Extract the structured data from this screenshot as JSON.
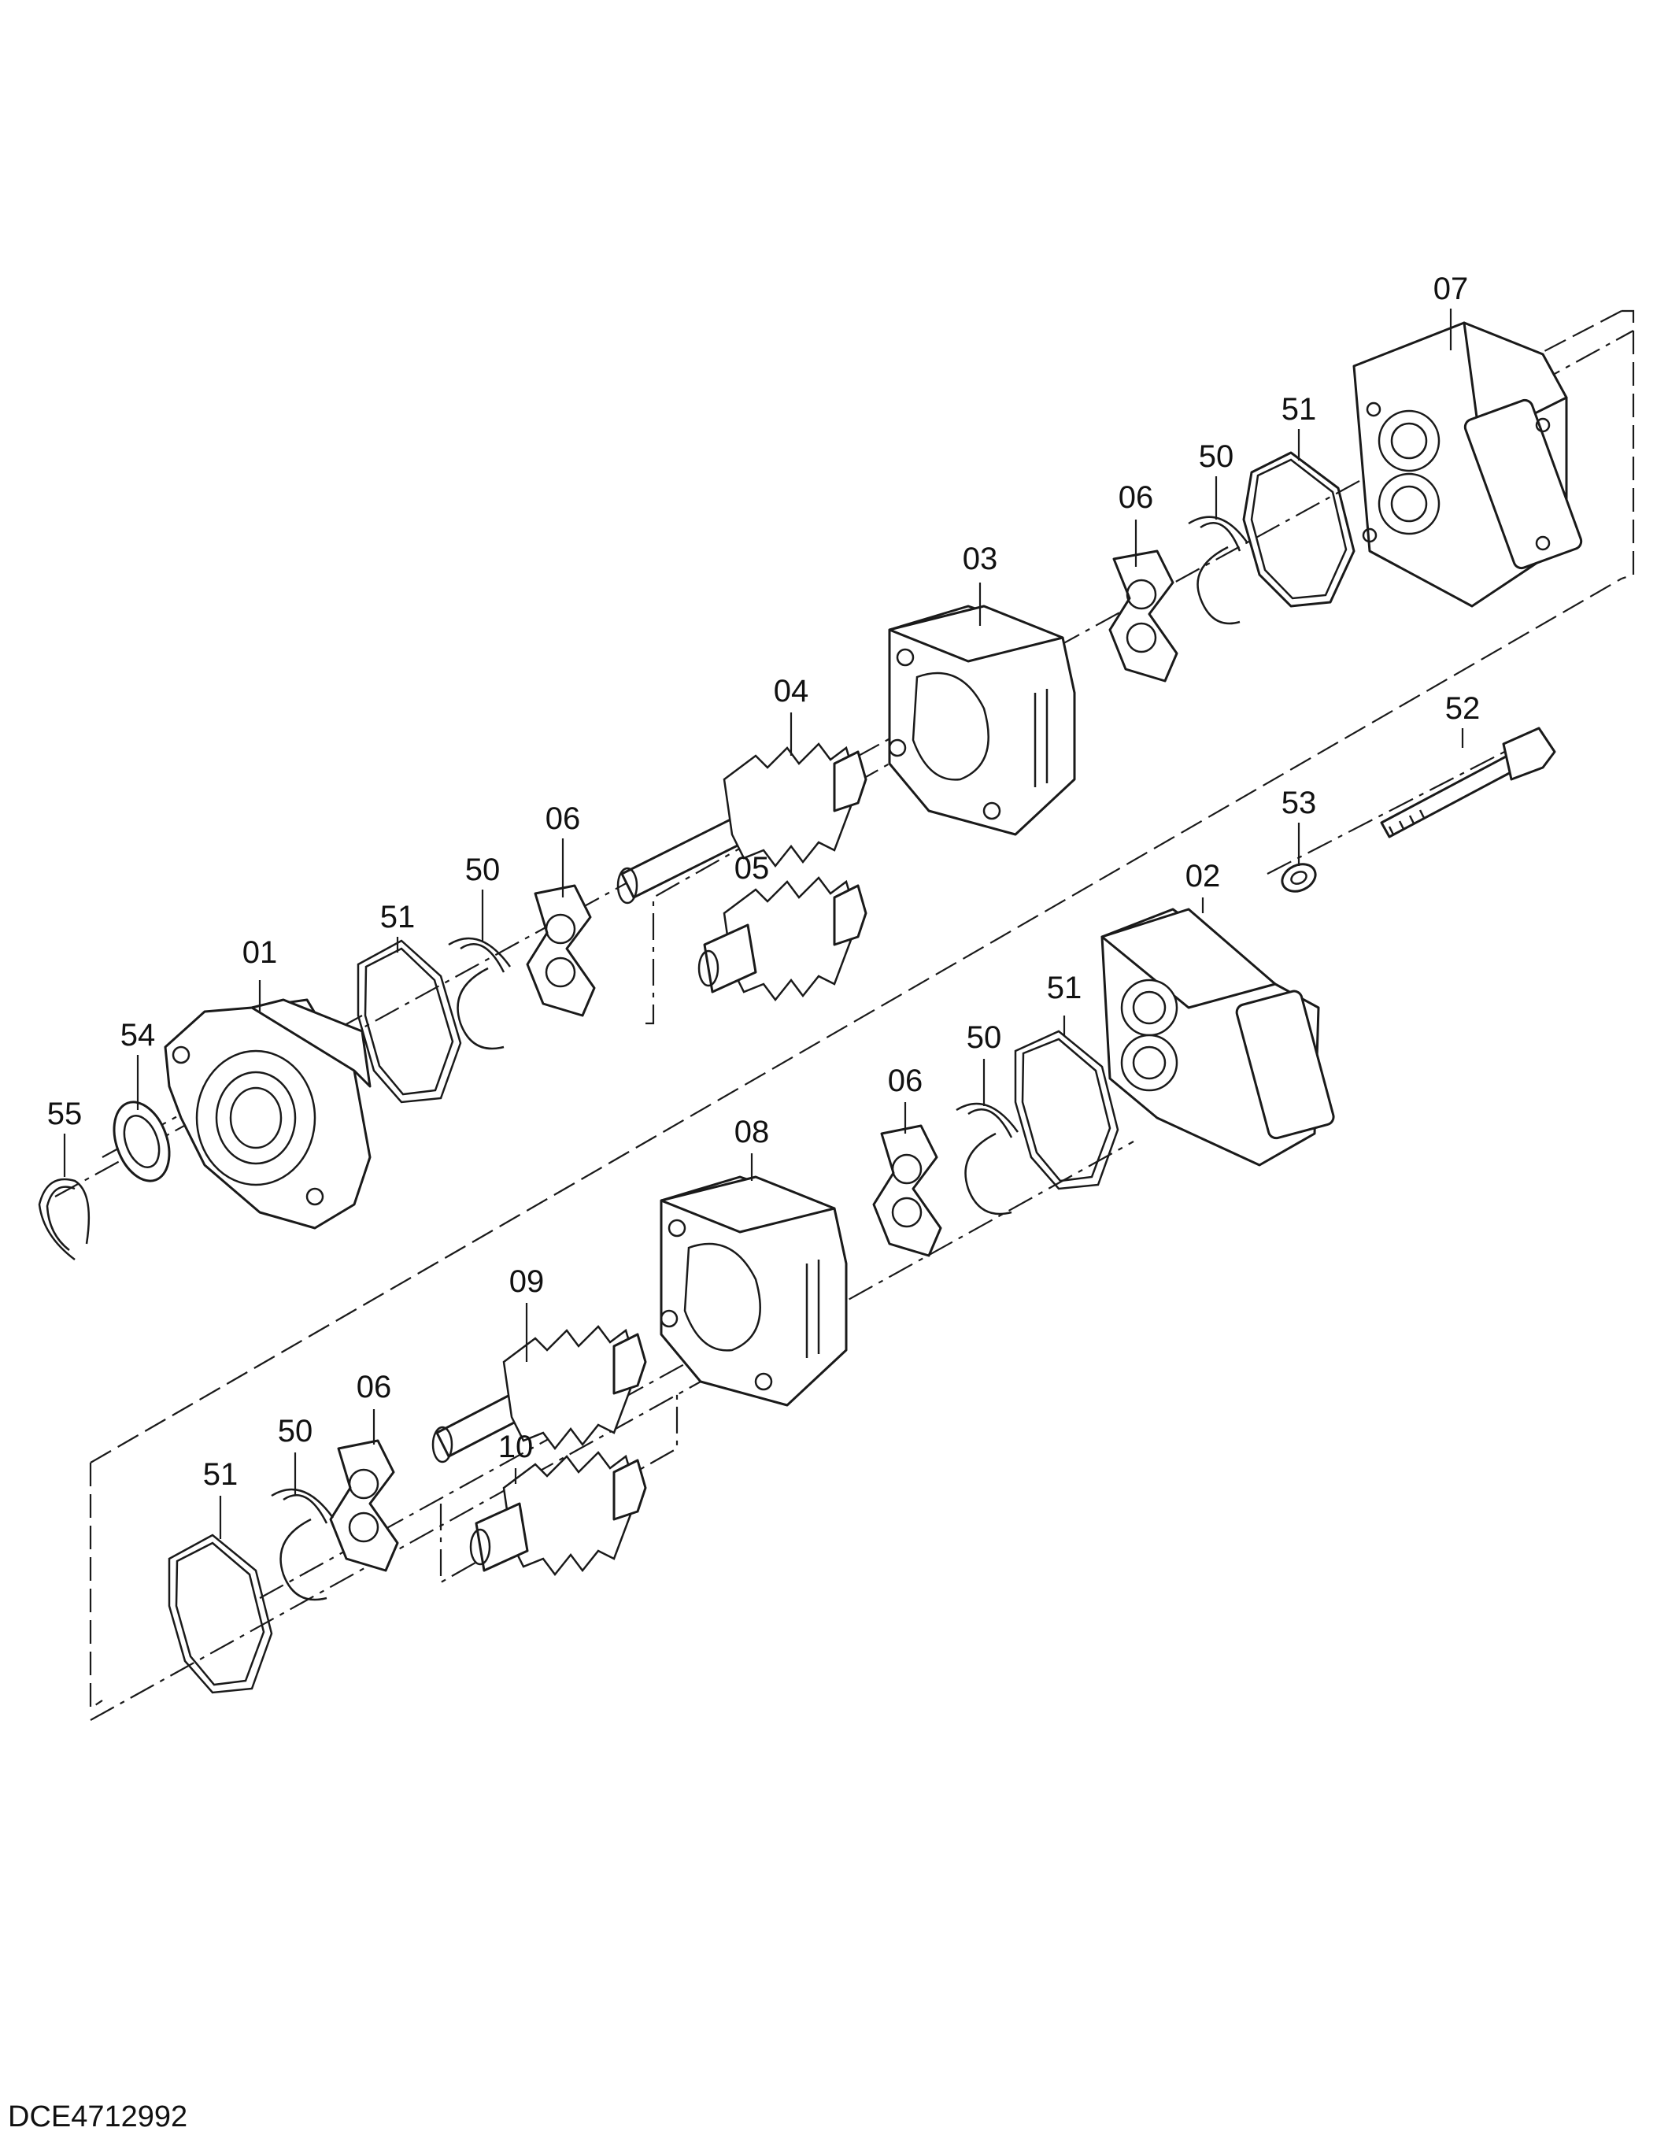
{
  "diagram": {
    "callouts": [
      {
        "id": "07",
        "text": "07"
      },
      {
        "id": "51a",
        "text": "51"
      },
      {
        "id": "50a",
        "text": "50"
      },
      {
        "id": "06a",
        "text": "06"
      },
      {
        "id": "03",
        "text": "03"
      },
      {
        "id": "04",
        "text": "04"
      },
      {
        "id": "52",
        "text": "52"
      },
      {
        "id": "53",
        "text": "53"
      },
      {
        "id": "06b",
        "text": "06"
      },
      {
        "id": "50b",
        "text": "50"
      },
      {
        "id": "51b",
        "text": "51"
      },
      {
        "id": "05",
        "text": "05"
      },
      {
        "id": "01",
        "text": "01"
      },
      {
        "id": "02",
        "text": "02"
      },
      {
        "id": "51c",
        "text": "51"
      },
      {
        "id": "50c",
        "text": "50"
      },
      {
        "id": "54",
        "text": "54"
      },
      {
        "id": "55",
        "text": "55"
      },
      {
        "id": "06c",
        "text": "06"
      },
      {
        "id": "08",
        "text": "08"
      },
      {
        "id": "09",
        "text": "09"
      },
      {
        "id": "06d",
        "text": "06"
      },
      {
        "id": "50d",
        "text": "50"
      },
      {
        "id": "51d",
        "text": "51"
      },
      {
        "id": "10",
        "text": "10"
      }
    ],
    "drawing_code": "DCE4712992"
  }
}
